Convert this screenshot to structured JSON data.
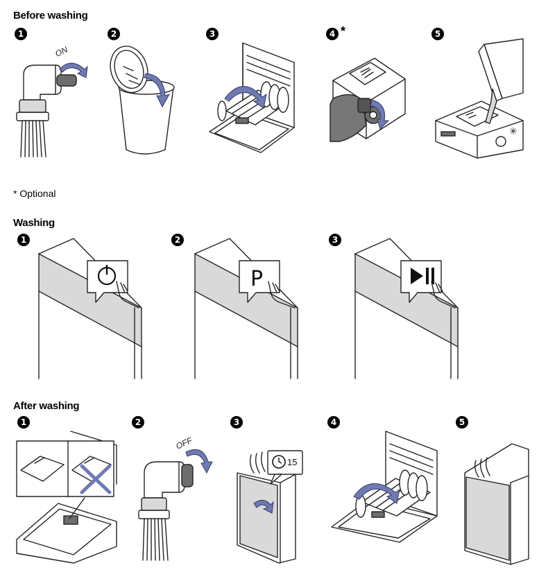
{
  "sections": {
    "before": {
      "title": "Before washing",
      "steps": [
        "1",
        "2",
        "3",
        "4",
        "5"
      ],
      "optional_mark": "*"
    },
    "note": "* Optional",
    "washing": {
      "title": "Washing",
      "steps": [
        "1",
        "2",
        "3"
      ],
      "panel_p": "P"
    },
    "after": {
      "title": "After washing",
      "steps": [
        "1",
        "2",
        "3",
        "4",
        "5"
      ],
      "timer_value": "15"
    }
  },
  "labels": {
    "tap_on": "ON",
    "tap_off": "OFF"
  },
  "icons": {
    "washing_1": "power-icon",
    "washing_2": "program-p-icon",
    "washing_3": "play-pause-icon",
    "after_3": "clock-icon"
  },
  "colors": {
    "arrow": "#6f7ab0",
    "panel": "#d9d9d9"
  }
}
